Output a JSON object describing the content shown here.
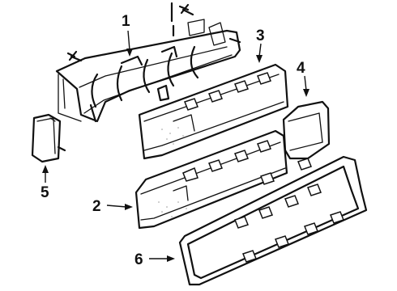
{
  "callouts": [
    {
      "id": "1",
      "label": "1"
    },
    {
      "id": "2",
      "label": "2"
    },
    {
      "id": "3",
      "label": "3"
    },
    {
      "id": "4",
      "label": "4"
    },
    {
      "id": "5",
      "label": "5"
    },
    {
      "id": "6",
      "label": "6"
    }
  ],
  "colors": {
    "line": "#111111",
    "background": "#ffffff"
  }
}
